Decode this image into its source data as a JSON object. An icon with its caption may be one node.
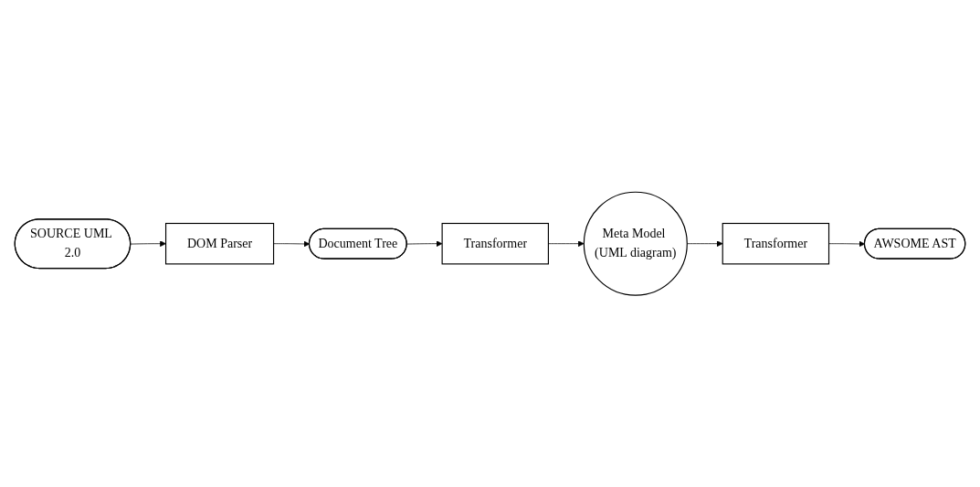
{
  "diagram": {
    "nodes": [
      {
        "text": [
          "SOURCE UML 2.0"
        ]
      },
      {
        "text": [
          "DOM Parser"
        ]
      },
      {
        "text": [
          "Document Tree"
        ]
      },
      {
        "text": [
          "Transformer"
        ]
      },
      {
        "text": [
          "Meta Model (UML diagram)"
        ]
      },
      {
        "text": [
          "Transformer"
        ]
      },
      {
        "text": [
          "AWSOME AST"
        ]
      }
    ],
    "edges": [
      {
        "from": 0,
        "to": 1,
        "arrow": "to"
      },
      {
        "from": 1,
        "to": 2,
        "arrow": "to"
      },
      {
        "from": 2,
        "to": 3,
        "arrow": "to"
      },
      {
        "from": 3,
        "to": 4,
        "arrow": "to"
      },
      {
        "from": 4,
        "to": 5,
        "arrow": "to"
      },
      {
        "from": 5,
        "to": 6,
        "arrow": "to"
      }
    ]
  }
}
